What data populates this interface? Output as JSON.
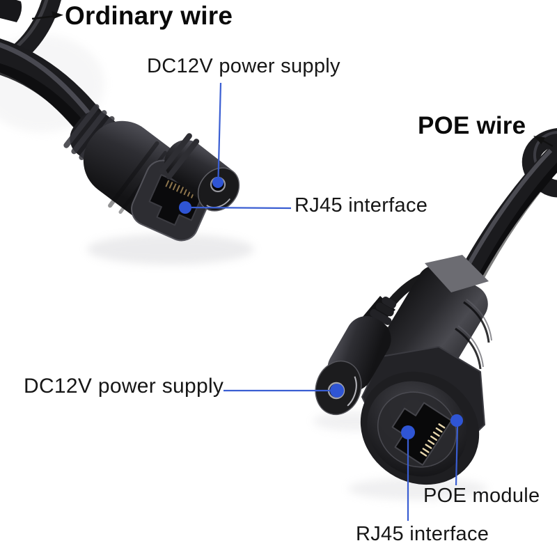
{
  "image": {
    "background": "#ffffff"
  },
  "colors": {
    "annotation_line": "#3a5ed2",
    "annotation_dot": "#2f55d4",
    "arrow_black": "#111111",
    "label_text": "#161616",
    "cable_black": "#1b1b1e"
  },
  "labels": {
    "ordinary_wire": "Ordinary wire",
    "dc12v_top": "DC12V power supply",
    "poe_wire": "POE wire",
    "rj45_top": "RJ45 interface",
    "dc12v_bottom": "DC12V power supply",
    "poe_module": "POE module",
    "rj45_bottom": "RJ45 interface"
  }
}
